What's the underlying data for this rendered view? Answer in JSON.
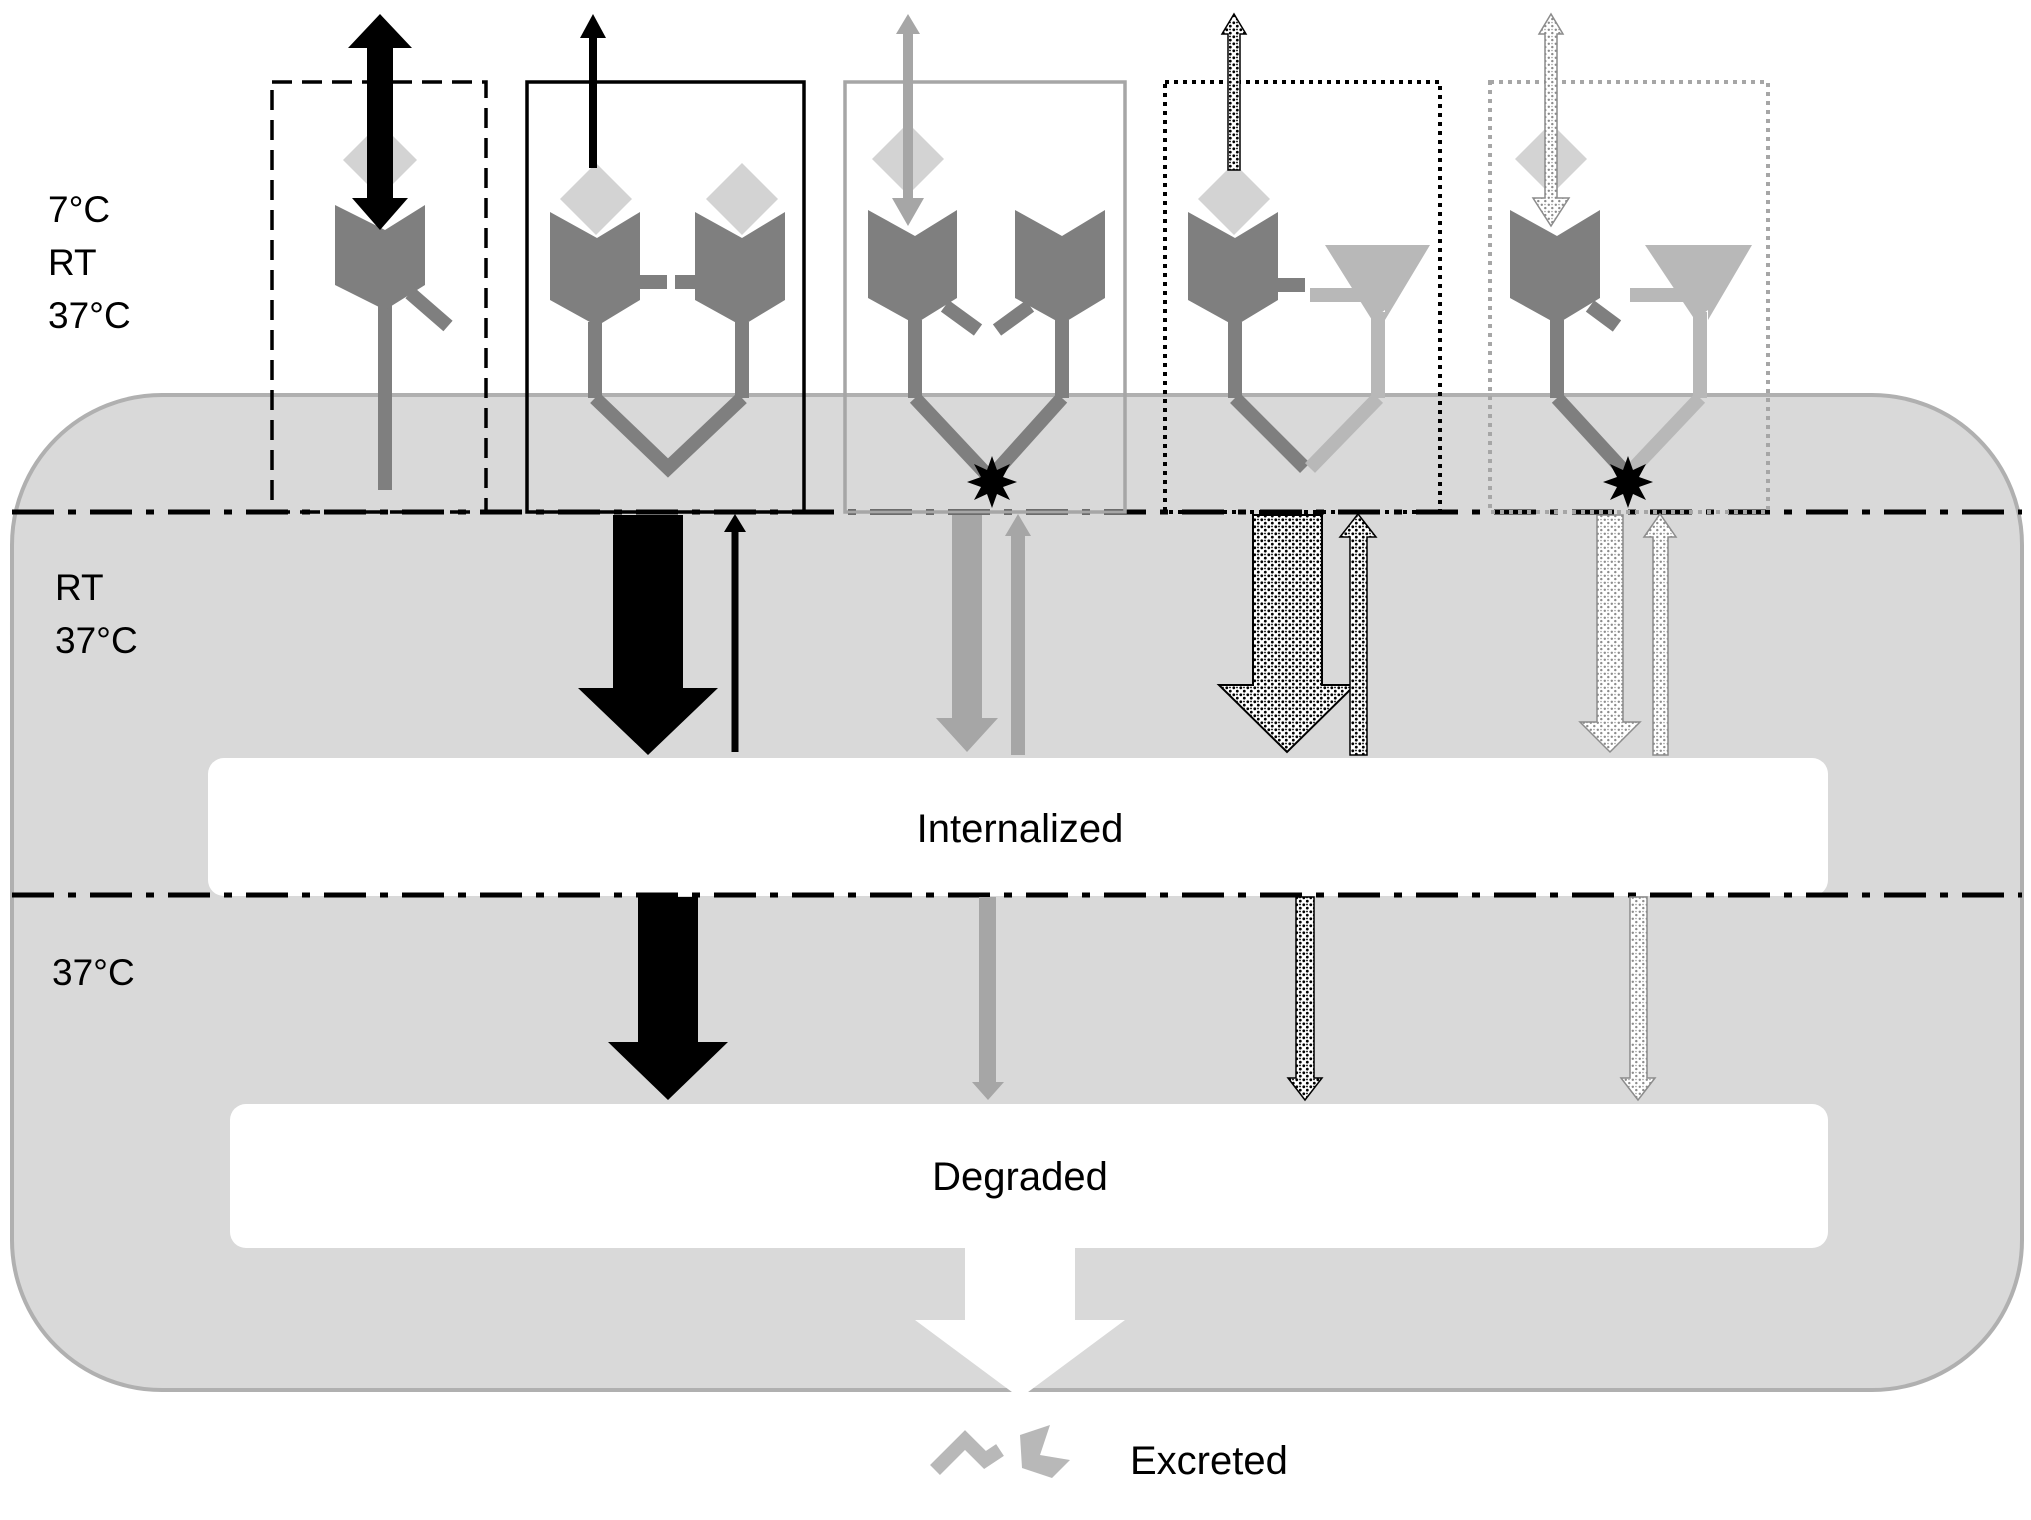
{
  "temperature_labels": {
    "surface": [
      "7°C",
      "RT",
      "37°C"
    ],
    "internalization": [
      "RT",
      "37°C"
    ],
    "degradation": [
      "37°C"
    ]
  },
  "compartments": {
    "internalized": "Internalized",
    "degraded": "Degraded",
    "excreted": "Excreted"
  },
  "colors": {
    "cell_fill": "#d9d9d9",
    "cell_stroke": "#b0b0b0",
    "receptor": "#7f7f7f",
    "ligand": "#d3d3d3",
    "alt_receptor": "#b8b8b8",
    "black": "#000000",
    "grey_arrow": "#a6a6a6",
    "white": "#ffffff"
  }
}
